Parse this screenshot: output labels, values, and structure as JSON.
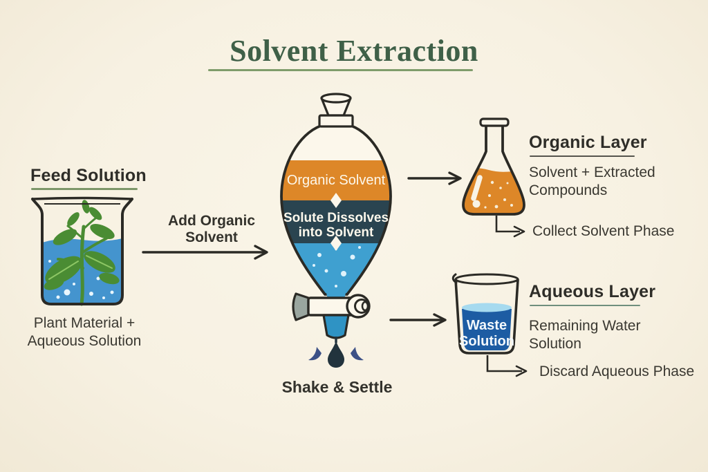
{
  "title": "Solvent Extraction",
  "palette": {
    "background": "#f8f2e3",
    "title_green": "#3f6048",
    "title_underline": "#7f9c6b",
    "heading_text": "#2e2d28",
    "body_text": "#3a3831",
    "outline_dark": "#2b2a25",
    "organic_orange": "#dd8728",
    "solute_teal": "#2a4450",
    "water_blue": "#4494ce",
    "funnel_blue": "#3fa0d0",
    "waste_blue": "#1d5ca3",
    "waste_surface": "#a6daef",
    "plant_green": "#4a8c33"
  },
  "feed": {
    "heading": "Feed Solution",
    "caption": [
      "Plant Material +",
      "Aqueous Solution"
    ]
  },
  "step1": {
    "label": [
      "Add Organic",
      "Solvent"
    ]
  },
  "funnel": {
    "organic_label": "Organic Solvent",
    "solute_label": [
      "Solute Dissolves",
      "into Solvent"
    ],
    "caption": "Shake & Settle"
  },
  "organic_result": {
    "heading": "Organic Layer",
    "description": [
      "Solvent + Extracted",
      "Compounds"
    ],
    "action": "Collect Solvent Phase"
  },
  "aqueous_result": {
    "heading": "Aqueous Layer",
    "description": "Remaining Water Solution",
    "action": "Discard Aqueous Phase",
    "beaker_label": [
      "Waste",
      "Solution"
    ]
  }
}
